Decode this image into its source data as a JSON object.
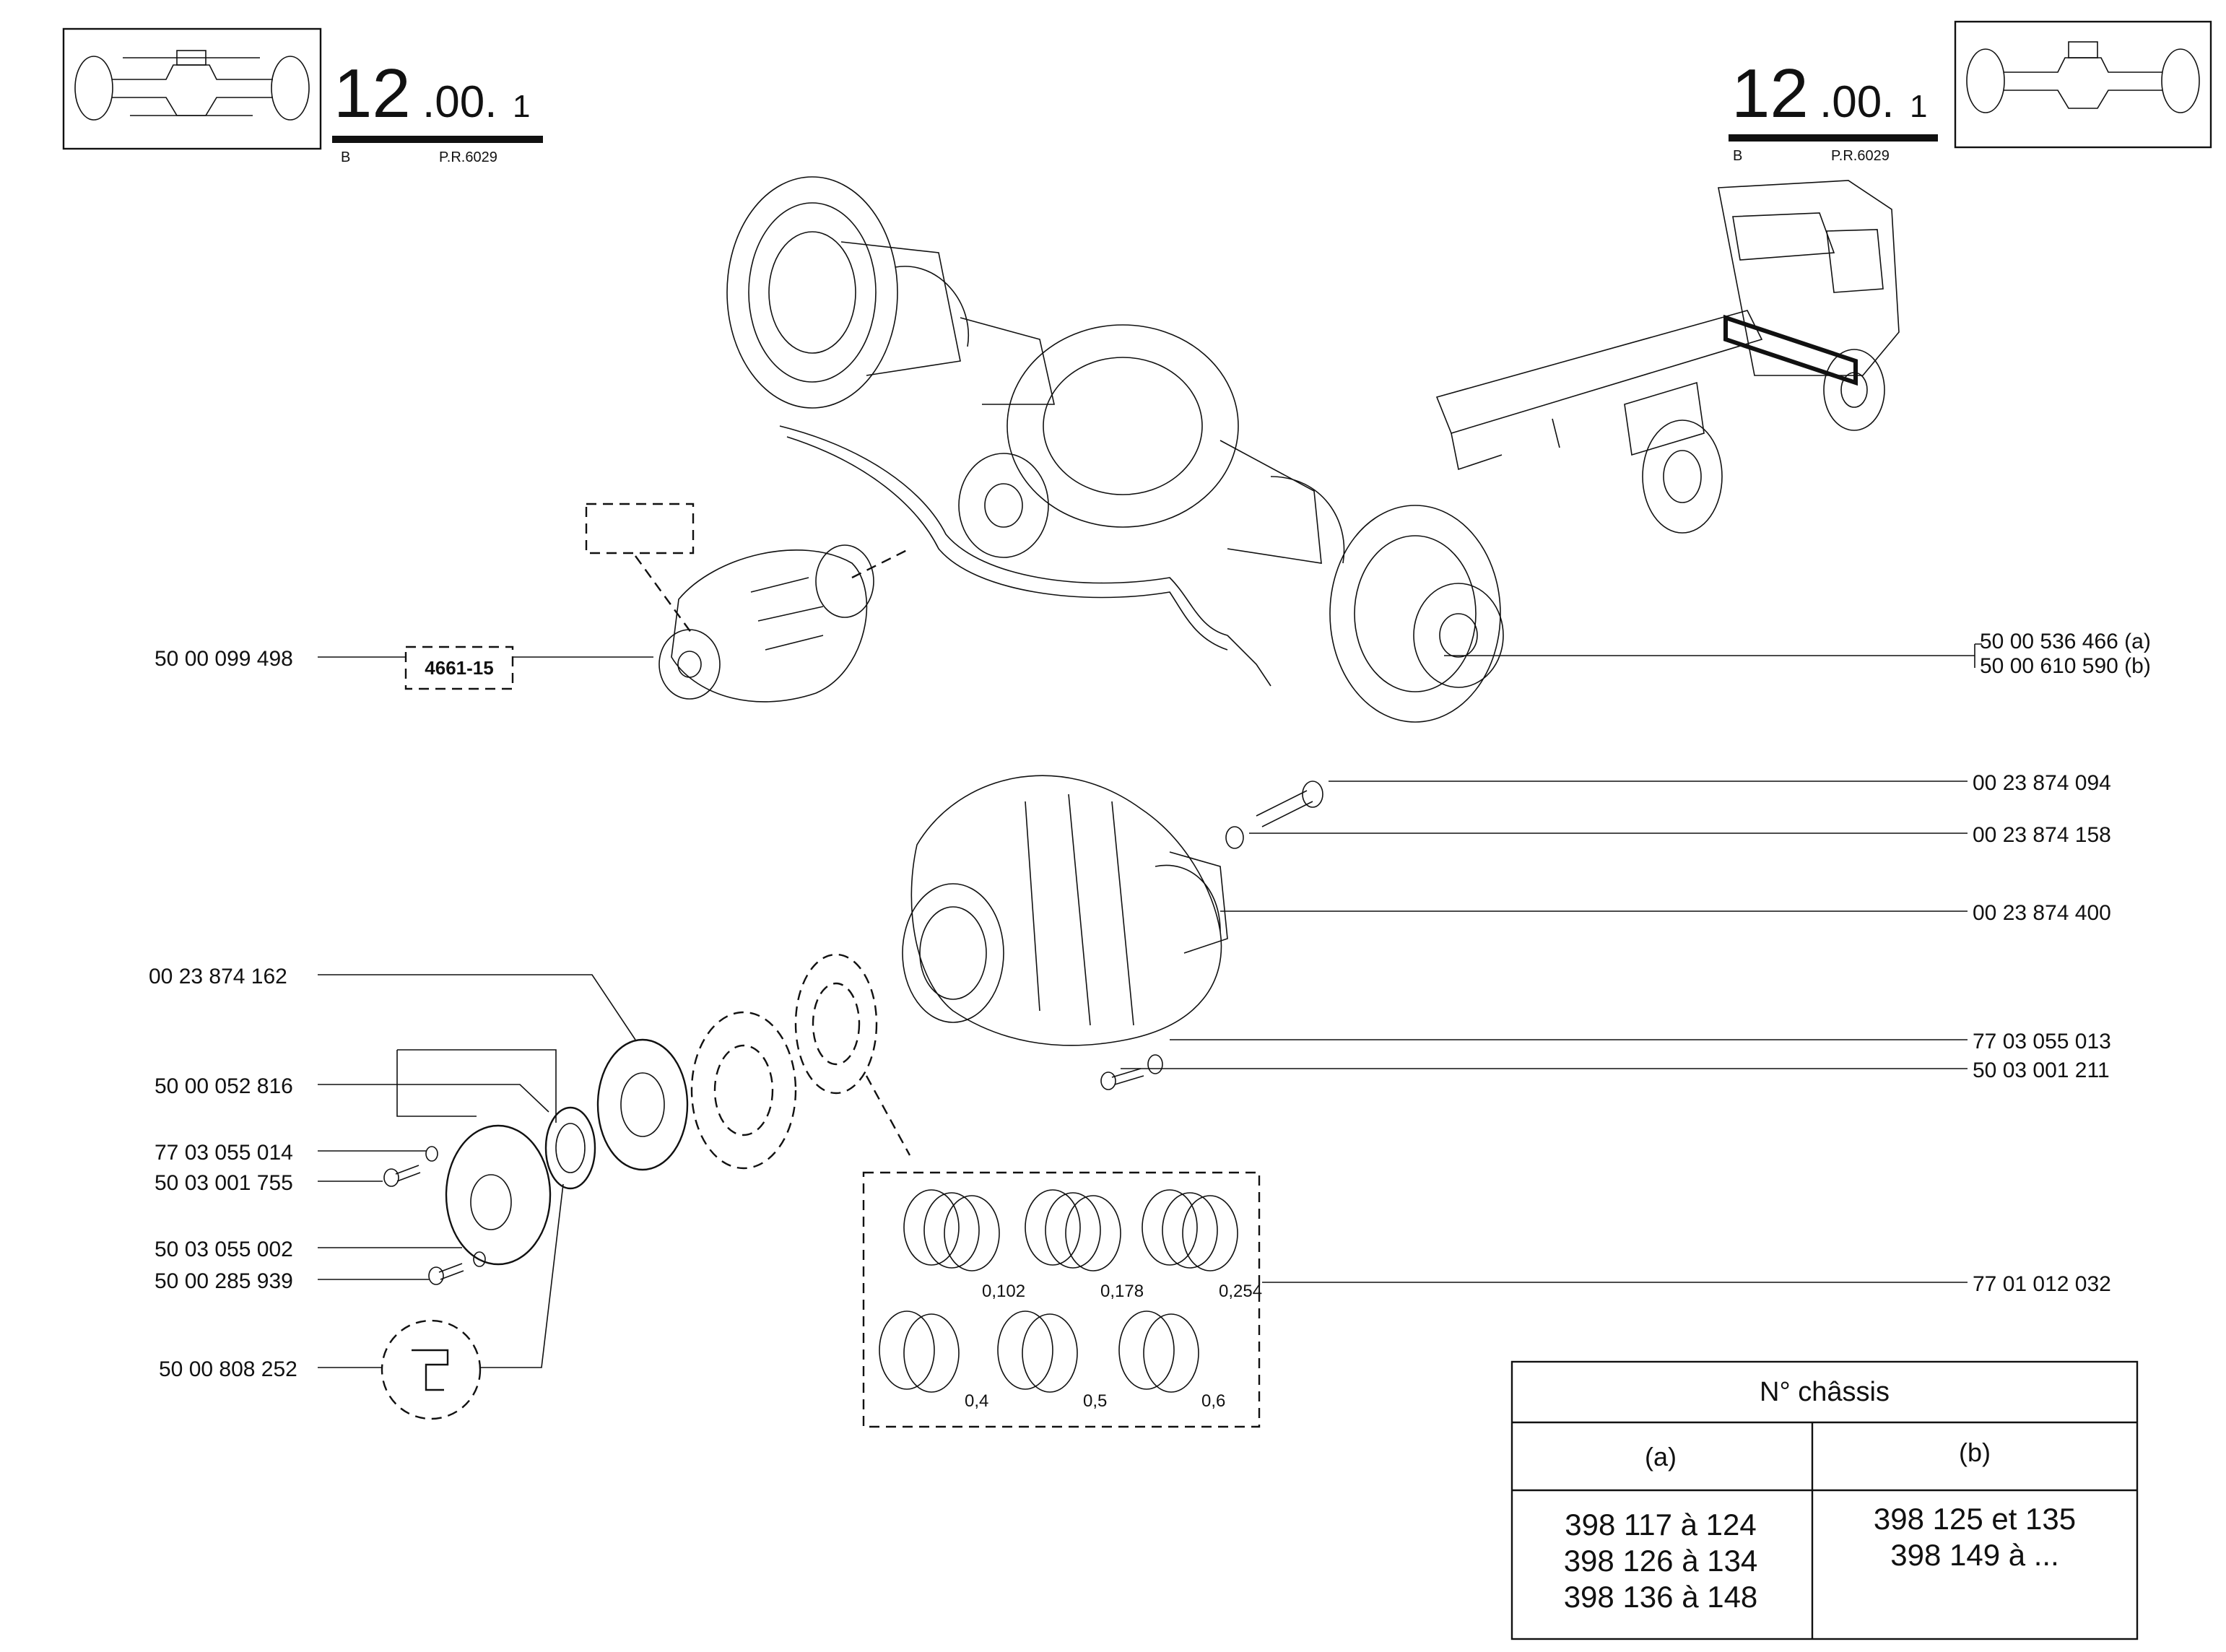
{
  "header": {
    "ref_number": "12",
    "ref_suffix": ".00.",
    "ref_sub": "1",
    "variant": "B",
    "pr_code": "P.R.6029"
  },
  "badge": {
    "code": "4661-15"
  },
  "part_numbers": {
    "left": {
      "assembly": "50 00 099 498",
      "p1": "00 23 874 162",
      "p2": "50 00 052 816",
      "p3": "77 03 055 014",
      "p4": "50 03 001 755",
      "p5": "50 03 055 002",
      "p6": "50 00 285 939",
      "p7": "50 00 808 252"
    },
    "right": {
      "axle_a": "50 00 536 466  (a)",
      "axle_b": "50 00 610 590  (b)",
      "bolt": "00 23 874 094",
      "washer": "00 23 874 158",
      "housing": "00 23 874 400",
      "washer2": "77 03 055 013",
      "screw2": "50 03 001 211",
      "shims": "77 01 012 032"
    }
  },
  "shim_thickness": [
    "0,102",
    "0,178",
    "0,254",
    "0,4",
    "0,5",
    "0,6"
  ],
  "chassis_table": {
    "title": "N° châssis",
    "col_a": "(a)",
    "col_b": "(b)",
    "a_rows": [
      "398 117 à 124",
      "398 126 à 134",
      "398 136 à 148"
    ],
    "b_rows": [
      "398 125 et 135",
      "398 149 à ..."
    ]
  }
}
